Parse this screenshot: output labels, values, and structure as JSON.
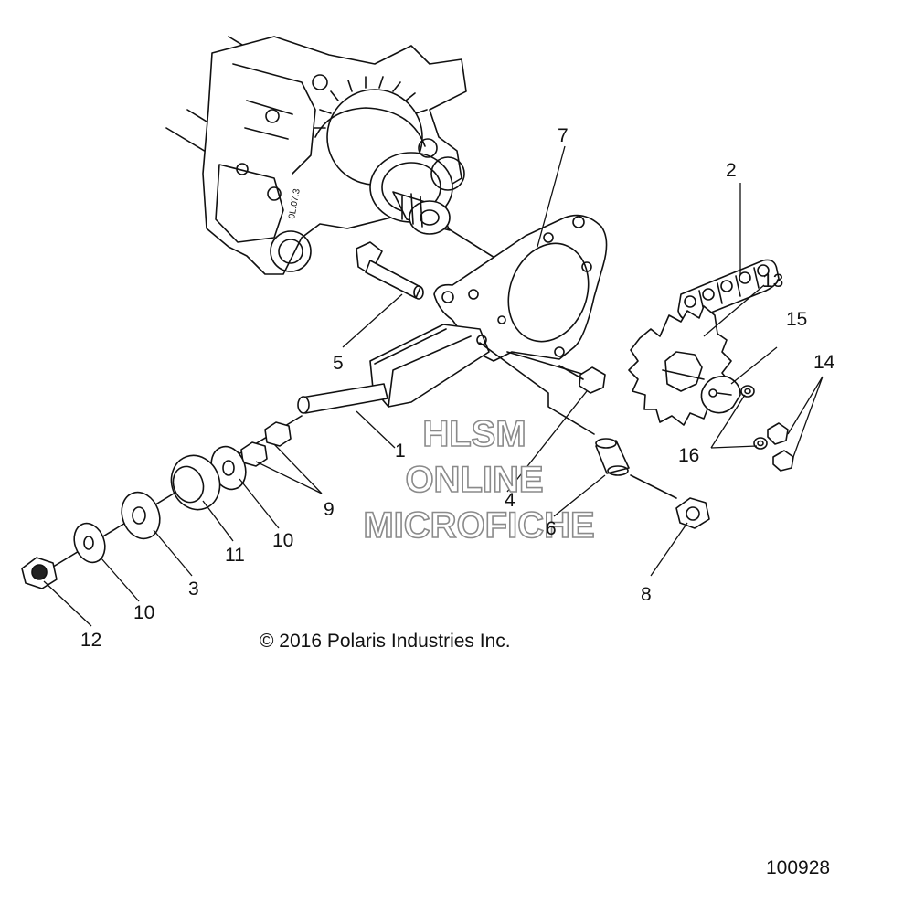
{
  "callouts": [
    "1",
    "2",
    "3",
    "4",
    "5",
    "6",
    "7",
    "8",
    "9",
    "10",
    "11",
    "12",
    "13",
    "14",
    "15",
    "16"
  ],
  "callouts_repeat": [
    "10"
  ],
  "watermark": {
    "line1": "HLSM",
    "line2": "ONLINE",
    "line3": "MICROFICHE"
  },
  "copyright": "© 2016 Polaris Industries Inc.",
  "figure_number": "100928"
}
